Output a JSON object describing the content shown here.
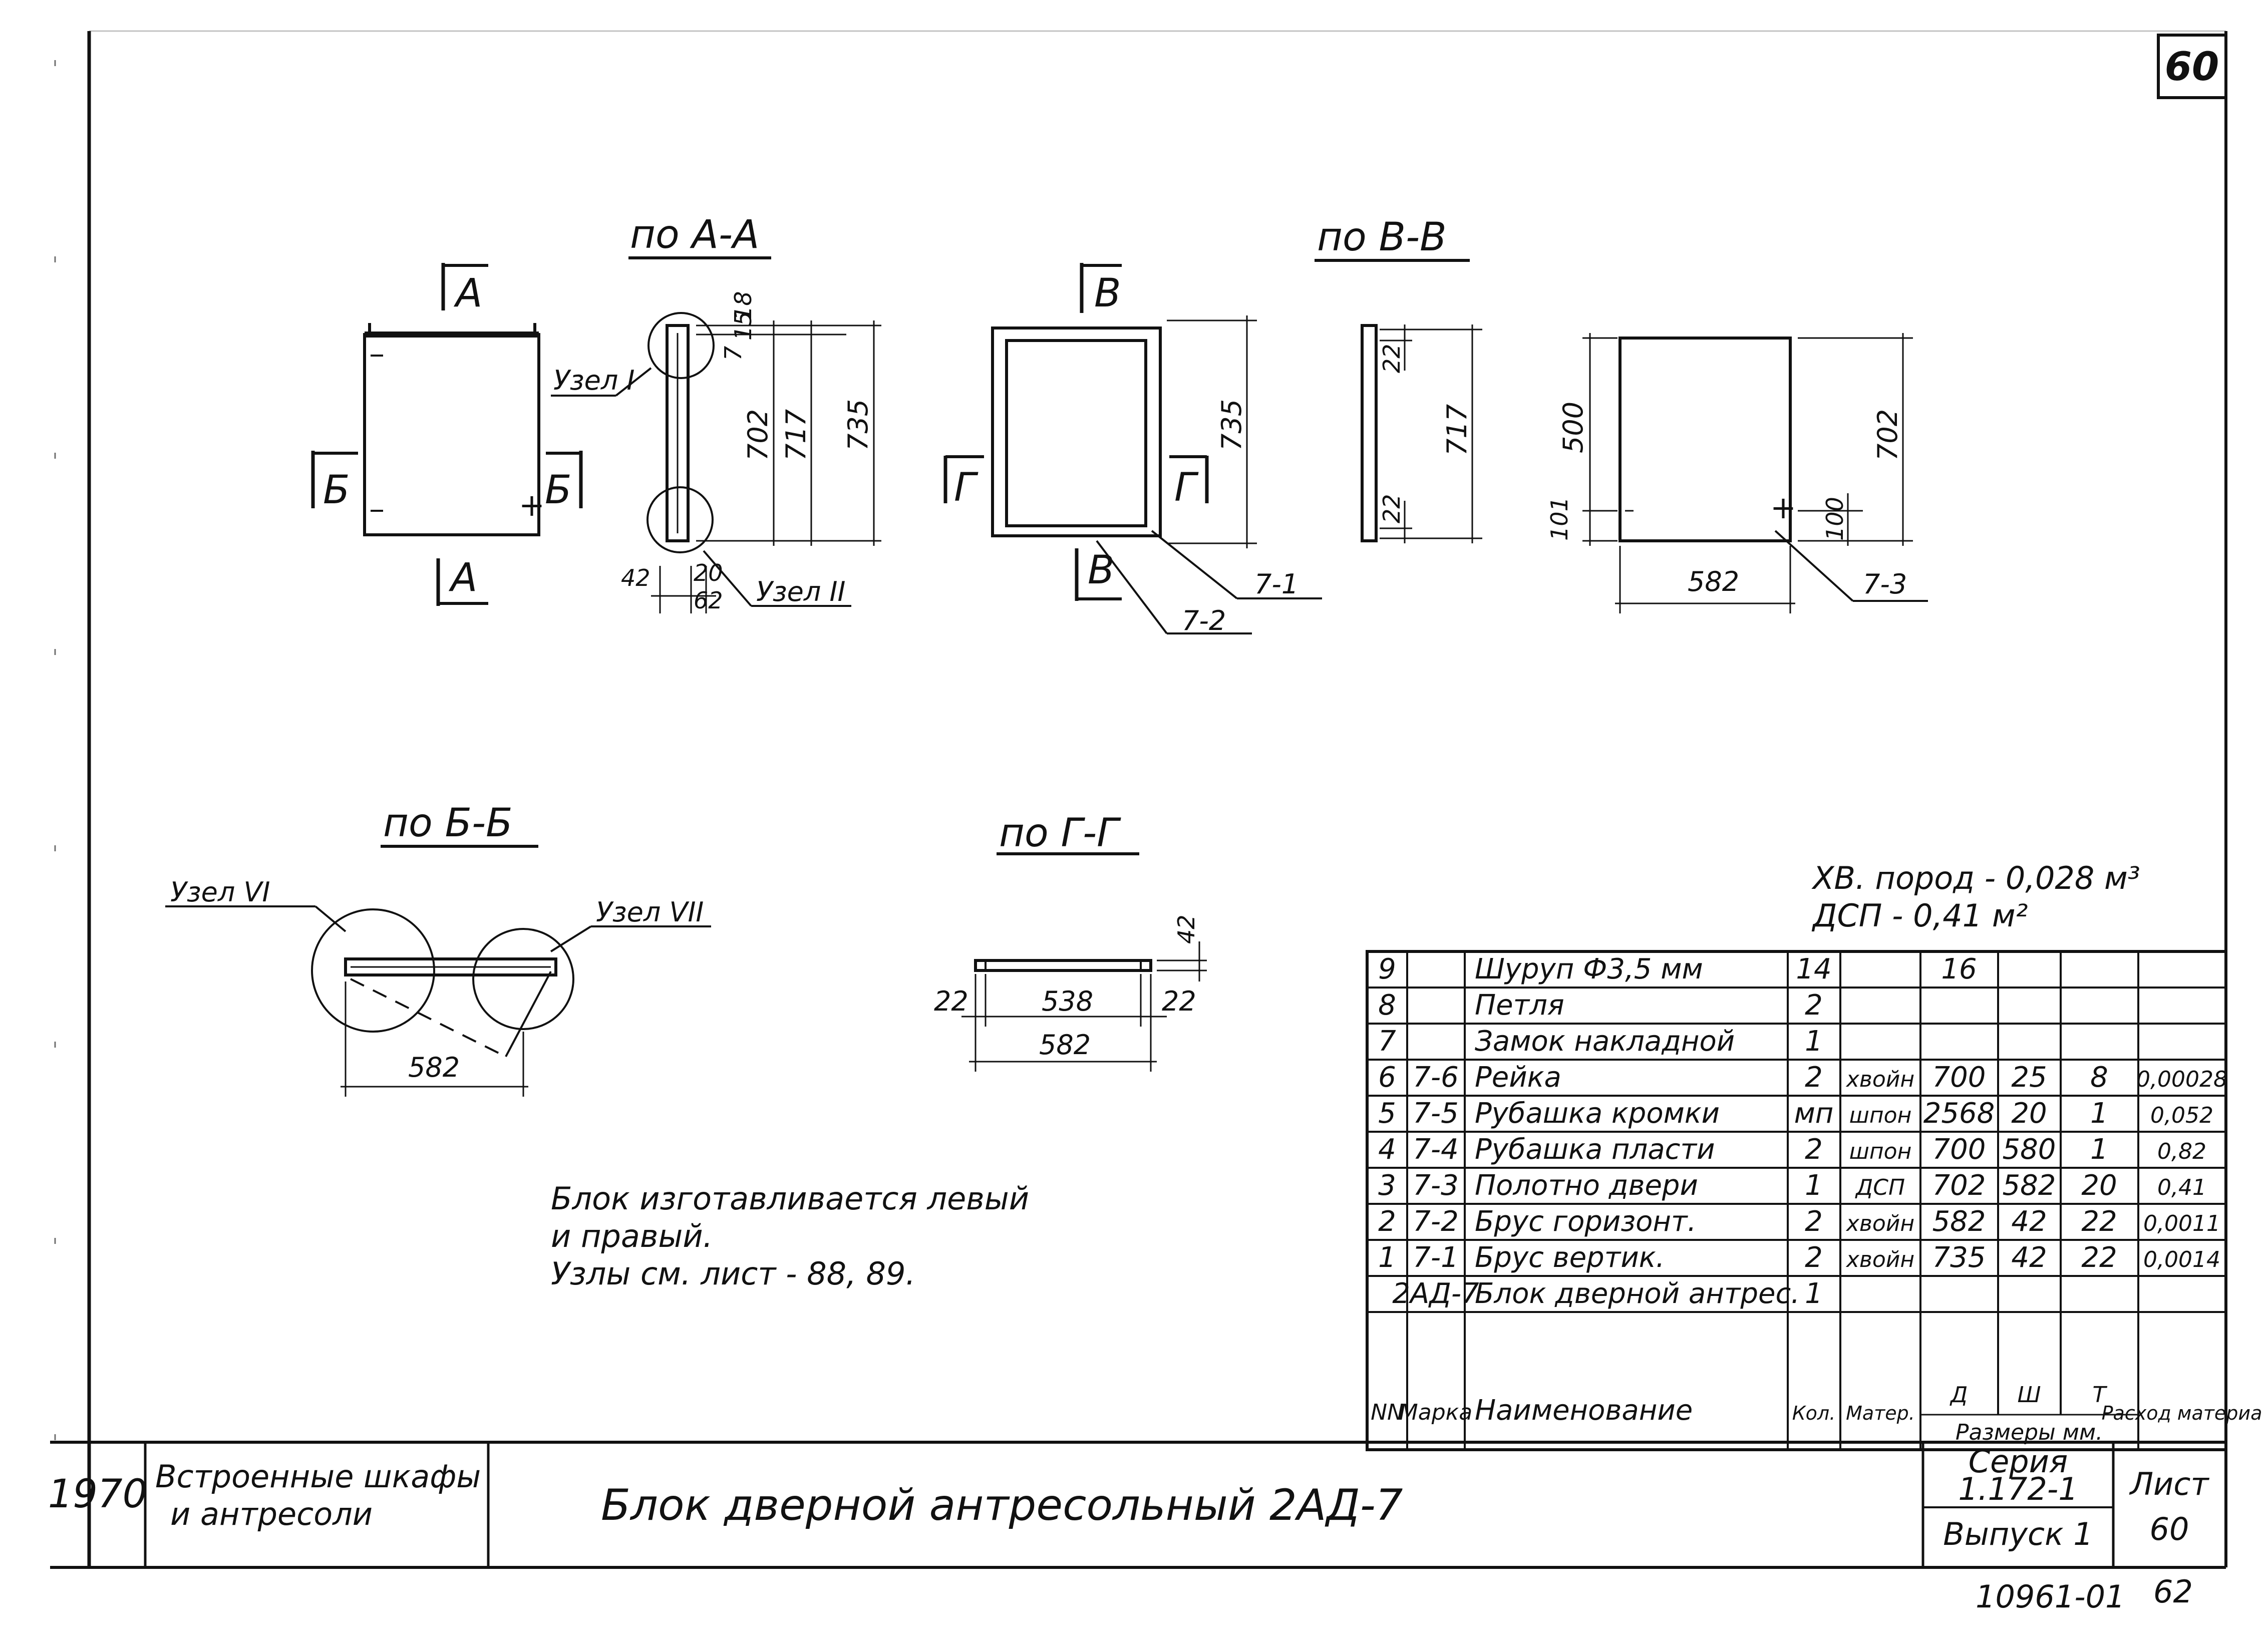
{
  "sheet": {
    "number_top": "60",
    "archive_number": "10961-01",
    "archive_page": "62"
  },
  "views": {
    "aa_title": "по А-А",
    "vv_title": "по В-В",
    "bb_title": "по Б-Б",
    "gg_title": "по Г-Г",
    "section_A": "А",
    "section_B": "Б",
    "section_V": "В",
    "section_G": "Г",
    "node_1": "Узел I",
    "node_2": "Узел II",
    "node_6": "Узел VI",
    "node_7": "Узел VII",
    "pos_71": "7-1",
    "pos_72": "7-2",
    "pos_73": "7-3"
  },
  "dimensions": {
    "d18": "18",
    "d15": "15",
    "d7": "7",
    "d702": "702",
    "d717": "717",
    "d735": "735",
    "d42": "42",
    "d20": "20",
    "d62": "62",
    "d22": "22",
    "d500": "500",
    "d101": "101",
    "d100": "100",
    "d582": "582",
    "d538": "538"
  },
  "notes": {
    "line1": "Блок изготавливается левый",
    "line2": "и правый.",
    "line3": "Узлы см. лист - 88, 89."
  },
  "materials": {
    "line1": "ХВ. пород - 0,028 м³",
    "line2": "ДСП - 0,41 м²"
  },
  "spec": {
    "rows": [
      {
        "nn": "9",
        "mark": "",
        "name": "Шуруп Ф3,5 мм",
        "qty": "14",
        "mat": "",
        "d": "16",
        "w": "",
        "t": "",
        "rate": ""
      },
      {
        "nn": "8",
        "mark": "",
        "name": "Петля",
        "qty": "2",
        "mat": "",
        "d": "",
        "w": "",
        "t": "",
        "rate": ""
      },
      {
        "nn": "7",
        "mark": "",
        "name": "Замок накладной",
        "qty": "1",
        "mat": "",
        "d": "",
        "w": "",
        "t": "",
        "rate": ""
      },
      {
        "nn": "6",
        "mark": "7-6",
        "name": "Рейка",
        "qty": "2",
        "mat": "хвойн",
        "d": "700",
        "w": "25",
        "t": "8",
        "rate": "0,00028"
      },
      {
        "nn": "5",
        "mark": "7-5",
        "name": "Рубашка кромки",
        "qty": "мп",
        "mat": "шпон",
        "d": "2568",
        "w": "20",
        "t": "1",
        "rate": "0,052"
      },
      {
        "nn": "4",
        "mark": "7-4",
        "name": "Рубашка пласти",
        "qty": "2",
        "mat": "шпон",
        "d": "700",
        "w": "580",
        "t": "1",
        "rate": "0,82"
      },
      {
        "nn": "3",
        "mark": "7-3",
        "name": "Полотно двери",
        "qty": "1",
        "mat": "ДСП",
        "d": "702",
        "w": "582",
        "t": "20",
        "rate": "0,41"
      },
      {
        "nn": "2",
        "mark": "7-2",
        "name": "Брус горизонт.",
        "qty": "2",
        "mat": "хвойн",
        "d": "582",
        "w": "42",
        "t": "22",
        "rate": "0,0011"
      },
      {
        "nn": "1",
        "mark": "7-1",
        "name": "Брус вертик.",
        "qty": "2",
        "mat": "хвойн",
        "d": "735",
        "w": "42",
        "t": "22",
        "rate": "0,0014"
      },
      {
        "nn": "",
        "mark": "2АД-7",
        "name": "Блок дверной антрес.",
        "qty": "1",
        "mat": "",
        "d": "",
        "w": "",
        "t": "",
        "rate": ""
      }
    ],
    "header": {
      "nn": "NN",
      "mark": "Марка",
      "name": "Наименование",
      "qty": "Кол.",
      "mat": "Матер.",
      "d": "Д",
      "w": "Ш",
      "t": "Т",
      "sizes": "Размеры мм.",
      "rate": "Расход материа"
    }
  },
  "title_block": {
    "year": "1970",
    "subject_1": "Встроенные шкафы",
    "subject_2": "и антресоли",
    "title": "Блок дверной антресольный 2АД-7",
    "series_label": "Серия",
    "series_value": "1.172-1",
    "issue": "Выпуск 1",
    "sheet_label": "Лист",
    "sheet_value": "60"
  }
}
